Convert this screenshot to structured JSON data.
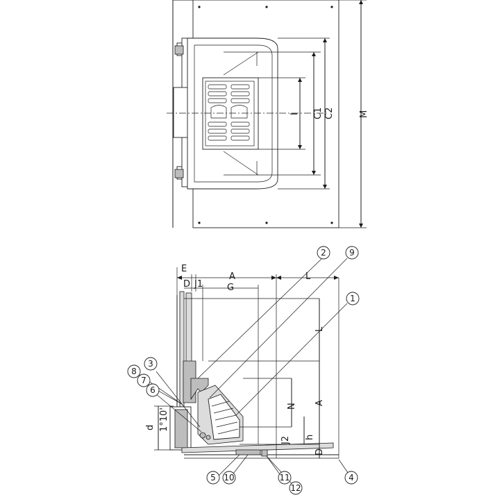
{
  "plan_view": {
    "dimensions": [
      "I",
      "C1",
      "C2",
      "M"
    ]
  },
  "section_view": {
    "dimensions": [
      "E",
      "A",
      "L",
      "D",
      "J1",
      "G",
      "L",
      "N",
      "A",
      "J2",
      "h",
      "D",
      "d",
      "1°10'"
    ]
  },
  "callouts": [
    "1",
    "2",
    "3",
    "4",
    "5",
    "6",
    "7",
    "8",
    "9",
    "10",
    "11",
    "12"
  ]
}
